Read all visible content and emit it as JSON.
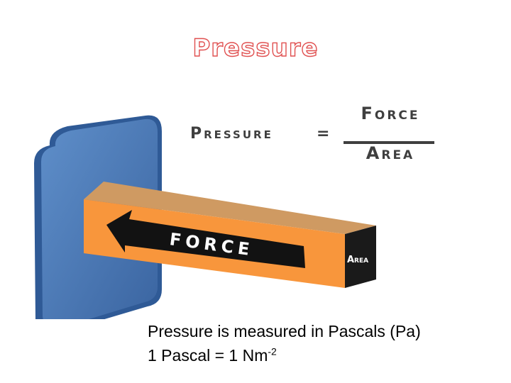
{
  "title": "Pressure",
  "equation": {
    "left": "Pressure",
    "equals": "=",
    "numerator": "Force",
    "denominator": "Area"
  },
  "diagram": {
    "arrow_label": "FORCE",
    "end_face_label": "Area"
  },
  "caption": {
    "line1": "Pressure is measured in Pascals (Pa)",
    "line2_main": "1 Pascal = 1 Nm",
    "line2_sup": "-2"
  },
  "colors": {
    "wall": "#4a7ab8",
    "bar_front": "#f8963c",
    "bar_top": "#cf9a62",
    "bar_end": "#1a1a1a",
    "arrow": "#121212",
    "title_outline": "#e05050",
    "equation_text": "#3f3f3f"
  }
}
